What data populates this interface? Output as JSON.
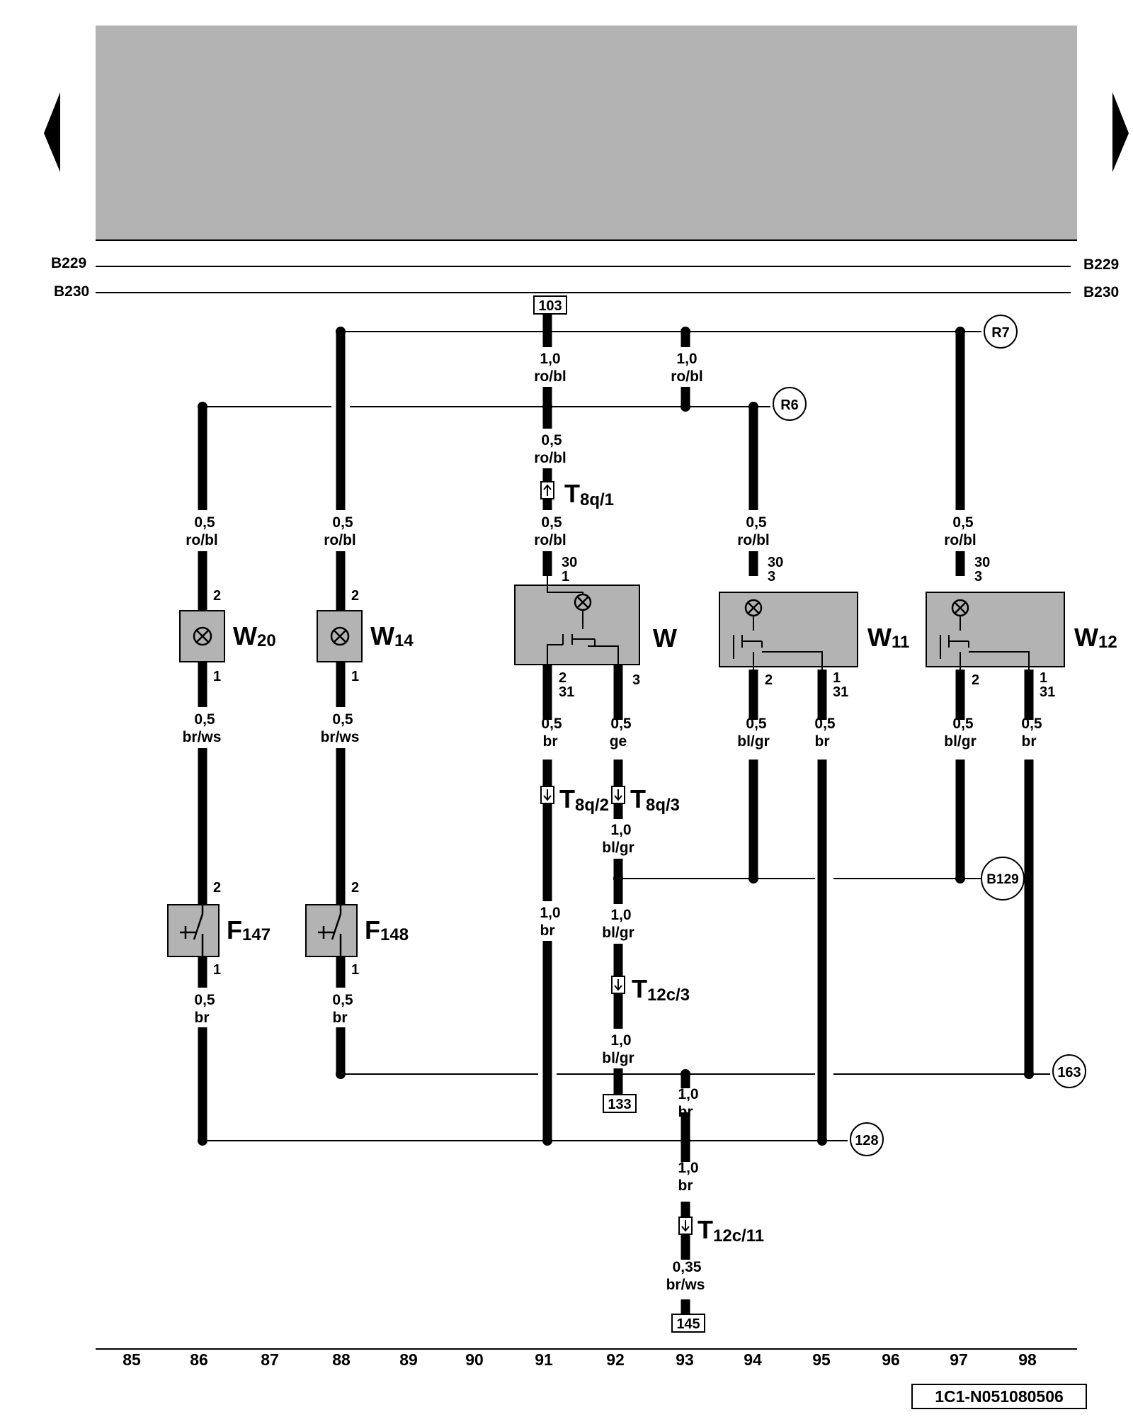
{
  "bus": {
    "b229_left": "B229",
    "b229_right": "B229",
    "b230_left": "B230",
    "b230_right": "B230"
  },
  "refs": {
    "r7": "R7",
    "r6": "R6",
    "b129": "B129",
    "c163": "163",
    "c128": "128",
    "box103": "103",
    "box133": "133",
    "box145": "145"
  },
  "components": {
    "w20": {
      "main": "W",
      "sub": "20"
    },
    "w14": {
      "main": "W",
      "sub": "14"
    },
    "w": {
      "main": "W",
      "sub": ""
    },
    "w11": {
      "main": "W",
      "sub": "11"
    },
    "w12": {
      "main": "W",
      "sub": "12"
    },
    "f147": {
      "main": "F",
      "sub": "147"
    },
    "f148": {
      "main": "F",
      "sub": "148"
    }
  },
  "connectors": {
    "t8q1": {
      "main": "T",
      "sub": "8q/1"
    },
    "t8q2": {
      "main": "T",
      "sub": "8q/2"
    },
    "t8q3": {
      "main": "T",
      "sub": "8q/3"
    },
    "t12c3": {
      "main": "T",
      "sub": "12c/3"
    },
    "t12c11": {
      "main": "T",
      "sub": "12c/11"
    }
  },
  "wires": {
    "r7_trunk": {
      "size": "1,0",
      "color": "ro/bl"
    },
    "r7_to_r6": {
      "size": "1,0",
      "color": "ro/bl"
    },
    "w_upper": {
      "size": "0,5",
      "color": "ro/bl"
    },
    "w_lower": {
      "size": "0,5",
      "color": "ro/bl"
    },
    "w20_feed": {
      "size": "0,5",
      "color": "ro/bl"
    },
    "w14_feed": {
      "size": "0,5",
      "color": "ro/bl"
    },
    "w11_feed": {
      "size": "0,5",
      "color": "ro/bl"
    },
    "w12_feed": {
      "size": "0,5",
      "color": "ro/bl"
    },
    "w20_out": {
      "size": "0,5",
      "color": "br/ws"
    },
    "w14_out": {
      "size": "0,5",
      "color": "br/ws"
    },
    "w_31": {
      "size": "0,5",
      "color": "br"
    },
    "w_3": {
      "size": "0,5",
      "color": "ge"
    },
    "w11_2": {
      "size": "0,5",
      "color": "bl/gr"
    },
    "w11_31": {
      "size": "0,5",
      "color": "br"
    },
    "w12_2": {
      "size": "0,5",
      "color": "bl/gr"
    },
    "w12_31": {
      "size": "0,5",
      "color": "br"
    },
    "c92_a": {
      "size": "1,0",
      "color": "bl/gr"
    },
    "c92_b": {
      "size": "1,0",
      "color": "bl/gr"
    },
    "c92_c": {
      "size": "1,0",
      "color": "bl/gr"
    },
    "c91_ground": {
      "size": "1,0",
      "color": "br"
    },
    "f147_out": {
      "size": "0,5",
      "color": "br"
    },
    "f148_out": {
      "size": "0,5",
      "color": "br"
    },
    "c93_a": {
      "size": "1,0",
      "color": "br"
    },
    "c93_b": {
      "size": "1,0",
      "color": "br"
    },
    "c93_c": {
      "size": "0,35",
      "color": "br/ws"
    }
  },
  "pins": {
    "w20_top": "2",
    "w20_bot": "1",
    "w14_top": "2",
    "w14_bot": "1",
    "w_30": "30",
    "w_1": "1",
    "w_2": "2",
    "w_31": "31",
    "w_3": "3",
    "w11_30": "30",
    "w11_3": "3",
    "w11_2": "2",
    "w11_1": "1",
    "w11_31": "31",
    "w12_30": "30",
    "w12_3": "3",
    "w12_2": "2",
    "w12_1": "1",
    "w12_31": "31",
    "f147_top": "2",
    "f147_bot": "1",
    "f148_top": "2",
    "f148_bot": "1"
  },
  "columns": [
    "85",
    "86",
    "87",
    "88",
    "89",
    "90",
    "91",
    "92",
    "93",
    "94",
    "95",
    "96",
    "97",
    "98"
  ],
  "footer_code": "1C1-N051080506",
  "nav": {
    "prev": "previous-page-arrow",
    "next": "next-page-arrow"
  },
  "colors": {
    "header_band": "#b3b3b3",
    "component_fill": "#b3b3b3",
    "wire": "#000000"
  }
}
